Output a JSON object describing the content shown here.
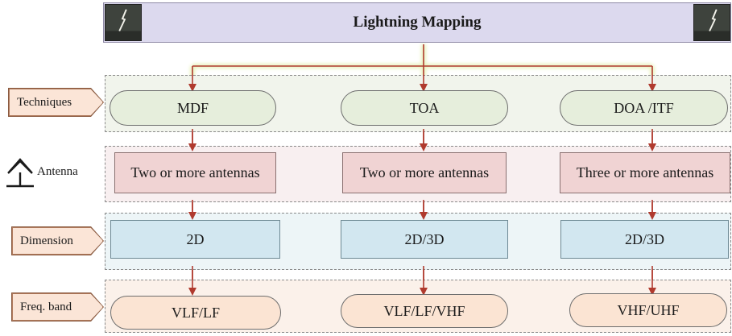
{
  "title": "Lightning Mapping",
  "rows": {
    "techniques": {
      "label": "Techniques",
      "items": [
        "MDF",
        "TOA",
        "DOA /ITF"
      ]
    },
    "antenna": {
      "label": "Antenna",
      "items": [
        "Two or more antennas",
        "Two or more antennas",
        "Three or more antennas"
      ]
    },
    "dimension": {
      "label": "Dimension",
      "items": [
        "2D",
        "2D/3D",
        "2D/3D"
      ]
    },
    "freq_band": {
      "label": "Freq. band",
      "items": [
        "VLF/LF",
        "VLF/LF/VHF",
        "VHF/UHF"
      ]
    }
  },
  "colors": {
    "connector": "#b03a2e",
    "title_fill": "#dcd9ee",
    "technique_fill": "#e6eedc",
    "antenna_fill": "#f0d3d3",
    "dimension_fill": "#d2e7f0",
    "freq_fill": "#fbe4d3"
  },
  "icons": {
    "antenna": "antenna-icon",
    "lightning": "lightning-photo"
  }
}
